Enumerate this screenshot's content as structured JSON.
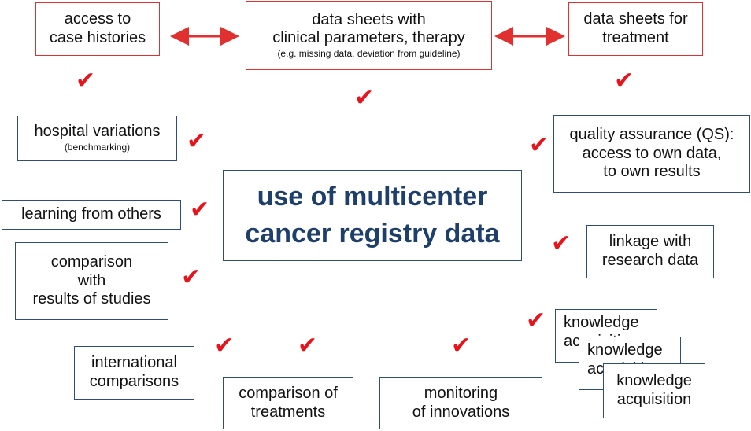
{
  "center": {
    "line1": "use of multicenter",
    "line2": "cancer registry data"
  },
  "top_left": {
    "line1": "access to",
    "line2": "case histories"
  },
  "top_center": {
    "line1": "data sheets with",
    "line2": "clinical parameters, therapy",
    "note": "(e.g. missing data, deviation from guideline)"
  },
  "top_right": {
    "line1": "data sheets for",
    "line2": "treatment"
  },
  "hospital": {
    "line1": "hospital variations",
    "note": "(benchmarking)"
  },
  "quality": {
    "line1": "quality assurance (QS):",
    "line2": "access to own data,",
    "line3": "to own results"
  },
  "learning": {
    "line1": "learning from others"
  },
  "linkage": {
    "line1": "linkage with",
    "line2": "research data"
  },
  "comparison_studies": {
    "line1": "comparison",
    "line2": "with",
    "line3": "results of studies"
  },
  "international": {
    "line1": "international",
    "line2": "comparisons"
  },
  "treatments": {
    "line1": "comparison of",
    "line2": "treatments"
  },
  "innovations": {
    "line1": "monitoring",
    "line2": "of innovations"
  },
  "knowledge": [
    {
      "line1": "knowledge",
      "line2": "acquisition"
    },
    {
      "line1": "knowledge",
      "line2": "acquisition"
    },
    {
      "line1": "knowledge",
      "line2": "acquisition"
    }
  ],
  "check_glyph": "✔",
  "colors": {
    "check": "#e8141b",
    "arrow": "#e03030",
    "blue_border": "#2d4f73",
    "red_border": "#e03030",
    "title": "#1f3f6b"
  }
}
